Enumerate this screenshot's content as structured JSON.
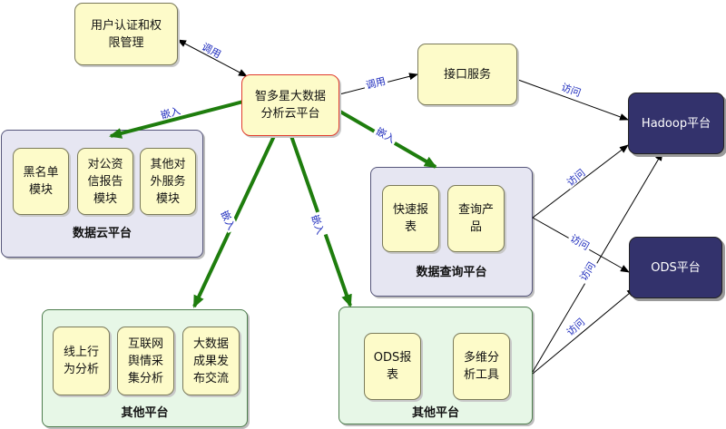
{
  "nodes": {
    "auth": "用户认证和权\n限管理",
    "main": "智多星大数据\n分析云平台",
    "interface": "接口服务",
    "hadoop": "Hadoop平台",
    "ods": "ODS平台",
    "blacklist": "黑名单\n模块",
    "credit": "对公资\n信报告\n模块",
    "other_ext": "其他对\n外服务\n模块",
    "quick_report": "快速报\n表",
    "query_product": "查询产\n品",
    "online": "线上行\n为分析",
    "internet": "互联网\n舆情采\n集分析",
    "bigdata_pub": "大数据\n成果发\n布交流",
    "ods_report": "ODS报\n表",
    "multi_dim": "多维分\n析工具"
  },
  "groups": {
    "data_cloud": "数据云平台",
    "data_query": "数据查询平台",
    "other_left": "其他平台",
    "other_right": "其他平台"
  },
  "edges": {
    "call_label": "调用",
    "embed_label": "嵌入",
    "access_label": "访问"
  },
  "colors": {
    "embed_arrow": "#1e7d0d",
    "access_arrow": "#000000",
    "edge_label": "#1d2bbd",
    "node_fill": "#fdfbc9",
    "dark_node": "#33326c",
    "main_border": "#e03b2d"
  }
}
